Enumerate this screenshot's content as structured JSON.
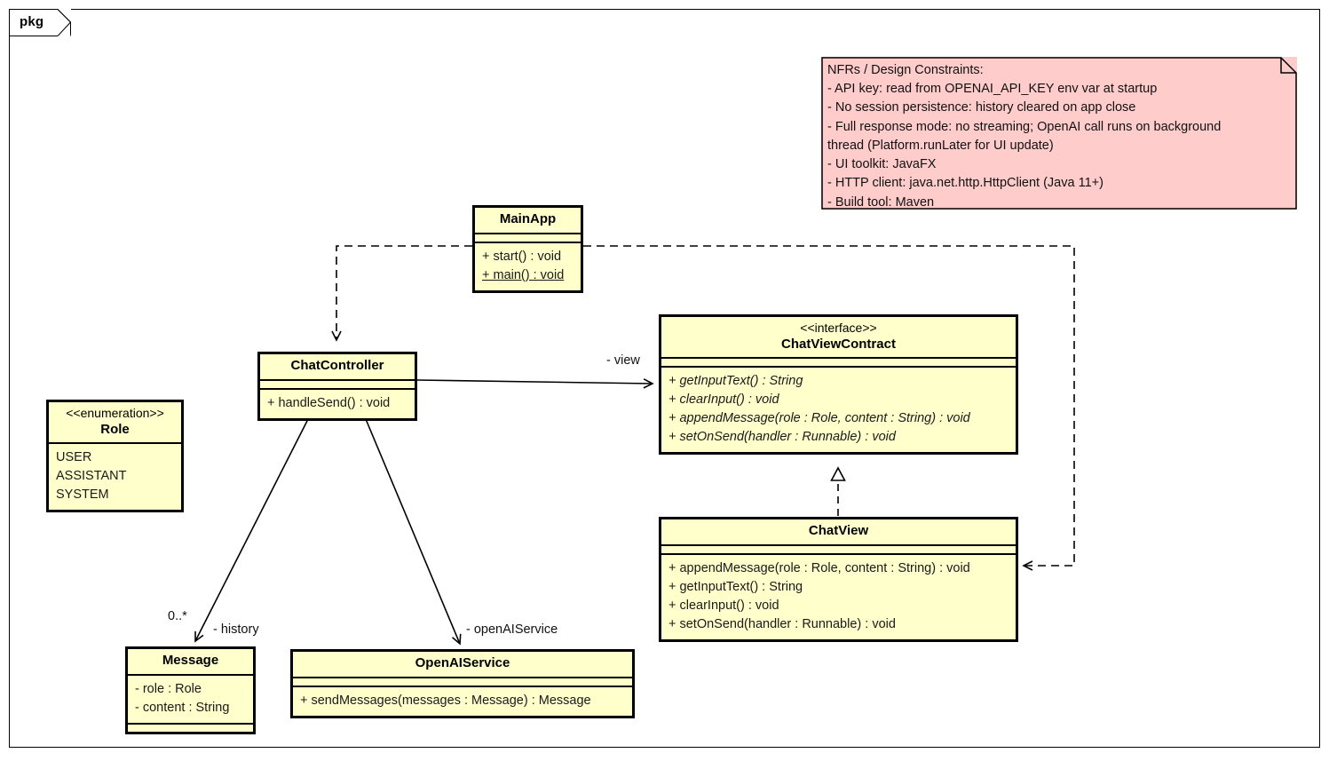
{
  "diagram": {
    "package_label": "pkg"
  },
  "note": {
    "name": "nfr-note",
    "text": "NFRs / Design Constraints:\n- API key: read from OPENAI_API_KEY env var at startup\n- No session persistence: history cleared on app close\n- Full response mode: no streaming; OpenAI call runs on background\nthread (Platform.runLater for UI update)\n- UI toolkit: JavaFX\n- HTTP client: java.net.http.HttpClient (Java 11+)\n- Build tool: Maven",
    "fill_color": "#ffcccc"
  },
  "classes": {
    "main_app": {
      "name": "MainApp",
      "stereotype": "",
      "attributes": [],
      "methods": [
        {
          "text": "+ start() : void",
          "static": false
        },
        {
          "text": "+ main() : void",
          "static": true
        }
      ]
    },
    "chat_controller": {
      "name": "ChatController",
      "stereotype": "",
      "attributes": [],
      "methods": [
        {
          "text": "+ handleSend() : void",
          "static": false
        }
      ]
    },
    "chat_view_contract": {
      "name": "ChatViewContract",
      "stereotype": "<<interface>>",
      "attributes": [],
      "methods": [
        {
          "text": "+ getInputText() : String",
          "static": false
        },
        {
          "text": "+ clearInput() : void",
          "static": false
        },
        {
          "text": "+ appendMessage(role : Role, content : String) : void",
          "static": false
        },
        {
          "text": "+ setOnSend(handler : Runnable) : void",
          "static": false
        }
      ]
    },
    "chat_view": {
      "name": "ChatView",
      "stereotype": "",
      "attributes": [],
      "methods": [
        {
          "text": "+ appendMessage(role : Role, content : String) : void",
          "static": false
        },
        {
          "text": "+ getInputText() : String",
          "static": false
        },
        {
          "text": "+ clearInput() : void",
          "static": false
        },
        {
          "text": "+ setOnSend(handler : Runnable) : void",
          "static": false
        }
      ]
    },
    "role_enum": {
      "name": "Role",
      "stereotype": "<<enumeration>>",
      "values": [
        "USER",
        "ASSISTANT",
        "SYSTEM"
      ]
    },
    "message": {
      "name": "Message",
      "stereotype": "",
      "attributes": [
        {
          "text": "- role : Role"
        },
        {
          "text": "- content : String"
        }
      ],
      "methods": []
    },
    "openai_service": {
      "name": "OpenAIService",
      "stereotype": "",
      "attributes": [],
      "methods": [
        {
          "text": "+ sendMessages(messages : Message) : Message",
          "static": false
        }
      ]
    }
  },
  "edges": {
    "controller_to_contract_label": "- view",
    "controller_to_message_role": "- history",
    "controller_to_message_multiplicity": "0..*",
    "controller_to_service_label": "- openAIService"
  },
  "colors": {
    "class_fill": "#ffffcc",
    "note_fill": "#ffcccc",
    "line": "#000000"
  }
}
